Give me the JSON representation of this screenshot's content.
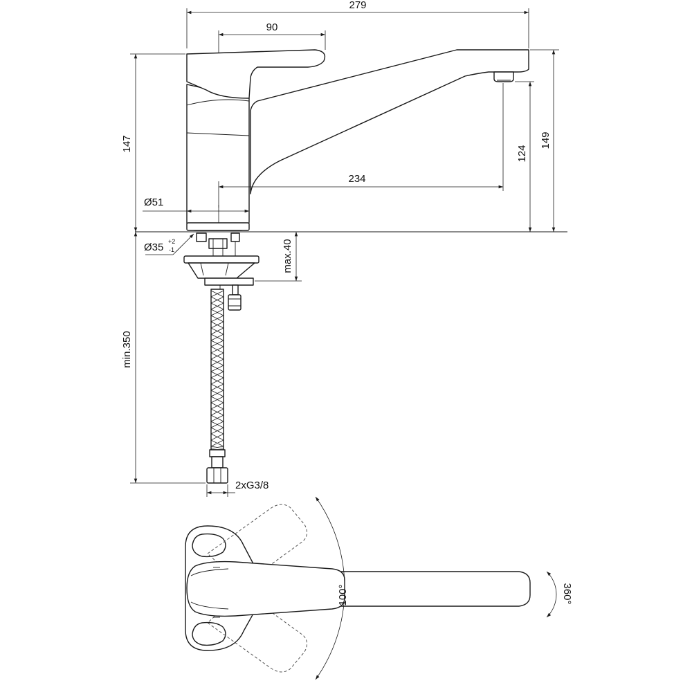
{
  "dimensions": {
    "overall_length": "279",
    "handle_length": "90",
    "body_height": "147",
    "spout_height": "149",
    "outlet_height": "124",
    "spout_reach": "234",
    "base_diameter": "Ø51",
    "hole_diameter": "Ø35",
    "hole_tolerance_upper": "+2",
    "hole_tolerance_lower": "-1",
    "max_counter_thickness": "max.40",
    "min_hose_length": "min.350",
    "connection": "2xG3/8",
    "handle_rotation": "100°",
    "spout_rotation": "360°"
  },
  "colors": {
    "line": "#1a1a1a",
    "background": "#ffffff"
  }
}
